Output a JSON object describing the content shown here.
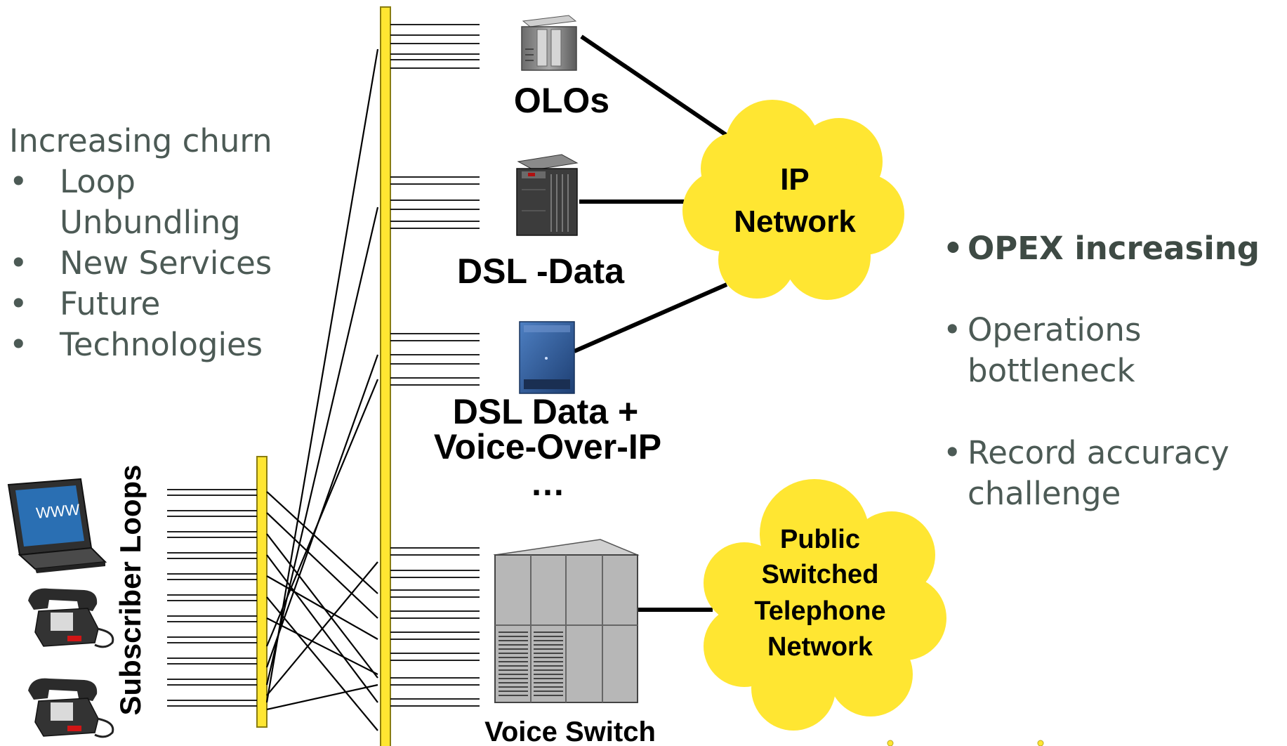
{
  "left_panel": {
    "heading": "Increasing churn",
    "bullet": "•",
    "items": [
      "Loop",
      "Unbundling",
      "New Services",
      "Future",
      "Technologies"
    ]
  },
  "right_panel": {
    "bullet": "•",
    "items": [
      {
        "lines": [
          "OPEX increasing"
        ],
        "emphasis": "bold"
      },
      {
        "lines": [
          "Operations",
          "bottleneck"
        ],
        "emphasis": "normal"
      },
      {
        "lines": [
          "Record accuracy",
          "challenge"
        ],
        "emphasis": "normal"
      }
    ]
  },
  "diagram": {
    "subscriber_label": "Subscriber Loops",
    "device_labels": {
      "olos": "OLOs",
      "dsl_data": "DSL -Data",
      "dsl_voip_line1": "DSL Data +",
      "dsl_voip_line2": "Voice-Over-IP",
      "ellipsis": "…",
      "voice_switch": "Voice Switch",
      "laptop_screen": "WWW"
    },
    "ip_cloud": {
      "line1": "IP",
      "line2": "Network"
    },
    "pstn_cloud": {
      "lines": [
        "Public",
        "Switched",
        "Telephone",
        "Network"
      ]
    },
    "colors": {
      "cloud_fill": "#ffe632",
      "frame_fill": "#ffe632",
      "text_gray": "#4c5a55",
      "laptop_screen": "#2a6fb3",
      "phone_body": "#2b2b2b",
      "phone_button": "#d01515",
      "blue_device": "#2d5a98"
    }
  }
}
